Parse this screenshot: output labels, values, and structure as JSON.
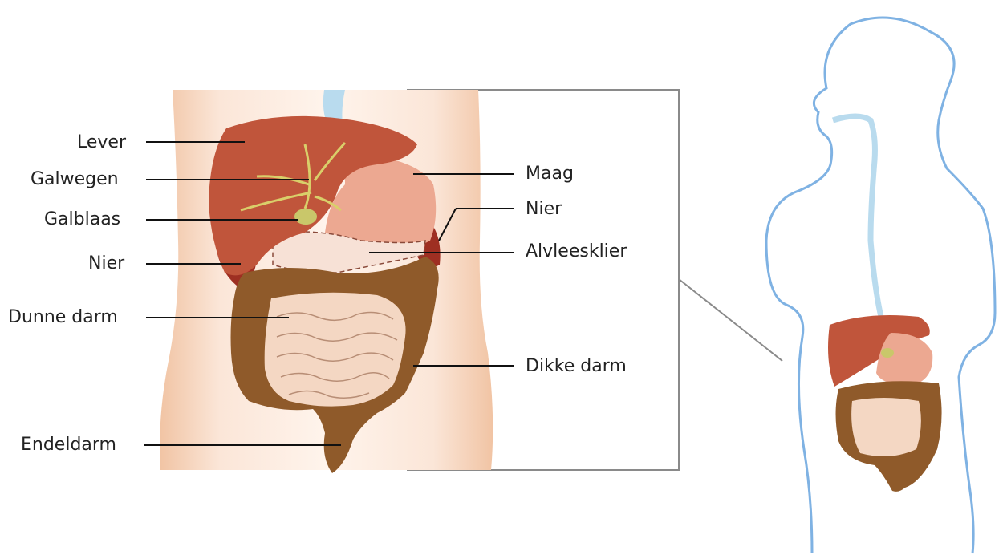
{
  "labels_left": [
    {
      "key": "lever",
      "text": "Lever"
    },
    {
      "key": "galwegen",
      "text": "Galwegen"
    },
    {
      "key": "galblaas",
      "text": "Galblaas"
    },
    {
      "key": "nier_left",
      "text": "Nier"
    },
    {
      "key": "dunne_darm",
      "text": "Dunne darm"
    },
    {
      "key": "endeldarm",
      "text": "Endeldarm"
    }
  ],
  "labels_right": [
    {
      "key": "maag",
      "text": "Maag"
    },
    {
      "key": "nier_right",
      "text": "Nier"
    },
    {
      "key": "alvleesklier",
      "text": "Alvleesklier"
    },
    {
      "key": "dikke_darm",
      "text": "Dikke darm"
    }
  ],
  "colors": {
    "skin": "#f6d2b9",
    "liver": "#c0553b",
    "liver_dark": "#a9442f",
    "kidney": "#9e2f22",
    "gallbladder": "#c9c76a",
    "bile_ducts": "#d9cf6a",
    "stomach": "#eca891",
    "pancreas": "#f7e1d6",
    "large_intestine": "#8f5a2a",
    "small_intestine": "#f4d7c3",
    "small_intestine_line": "#b88e76",
    "esophagus": "#b9dbee",
    "outline_blue": "#7fb2e3",
    "leader_line": "#111111",
    "frame": "#888888"
  }
}
